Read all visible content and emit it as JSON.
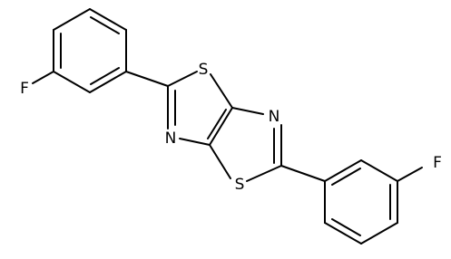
{
  "structure": {
    "atoms": [
      {
        "id": "F1",
        "label": "F"
      },
      {
        "id": "S1",
        "label": "S"
      },
      {
        "id": "N1",
        "label": "N"
      },
      {
        "id": "N2",
        "label": "N"
      },
      {
        "id": "S2",
        "label": "S"
      },
      {
        "id": "F2",
        "label": "F"
      }
    ]
  },
  "colors": {
    "bond": "#000000",
    "text": "#000000",
    "background": "#ffffff"
  }
}
